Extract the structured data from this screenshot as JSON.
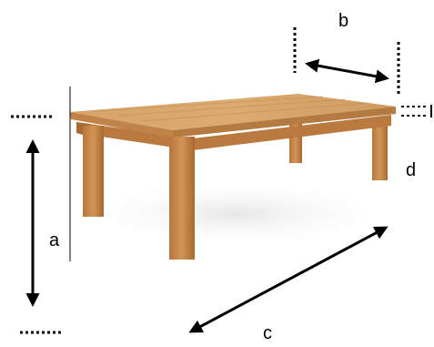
{
  "labels": {
    "a": "a",
    "b": "b",
    "c": "c",
    "d": "d"
  },
  "colors": {
    "wood_light": "#d9a066",
    "wood_mid": "#c68a4f",
    "wood_dark": "#a86a35",
    "wood_shadow": "#8a5228",
    "lines": "#000000"
  }
}
